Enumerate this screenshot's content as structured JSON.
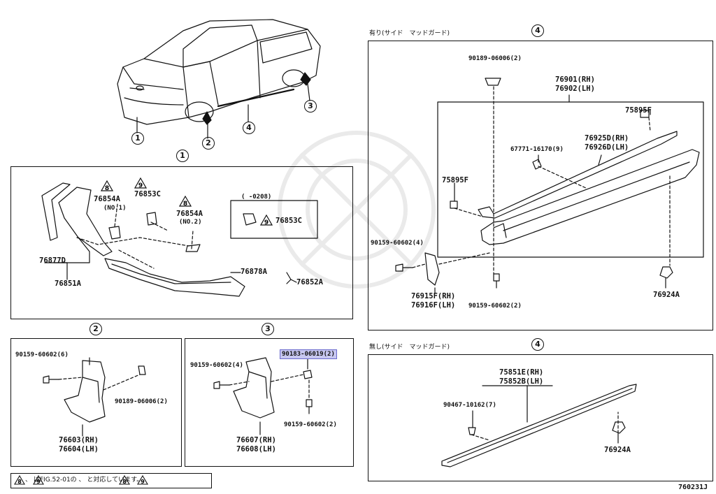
{
  "overview": {
    "callouts": [
      "1",
      "2",
      "3",
      "4"
    ]
  },
  "panel1": {
    "number": "1",
    "parts": {
      "p76854A_1": "76854A",
      "p76854A_1_sub": "(NO.1)",
      "p76853C": "76853C",
      "p76854A_2": "76854A",
      "p76854A_2_sub": "(NO.2)",
      "p76877D": "76877D",
      "p76851A": "76851A",
      "p76878A": "76878A",
      "p76852A": "76852A",
      "inset_range": "(      -0208)",
      "inset_part": "76853C"
    },
    "tri_numbers": [
      "8",
      "9",
      "8",
      "9"
    ]
  },
  "panel2": {
    "number": "2",
    "parts": {
      "bolt": "90159-60602(6)",
      "clip": "90189-06006(2)",
      "flap_rh": "76603(RH)",
      "flap_lh": "76604(LH)"
    }
  },
  "panel3": {
    "number": "3",
    "parts": {
      "bolt_left": "90159-60602(4)",
      "highlighted": "90183-06019(2)",
      "bolt_bottom": "90159-60602(2)",
      "flap_rh": "76607(RH)",
      "flap_lh": "76608(LH)"
    }
  },
  "panel4a": {
    "number": "4",
    "heading": "有り(サイド　マッドガード)",
    "parts": {
      "clip_top": "90189-06006(2)",
      "sill_rh": "76901(RH)",
      "sill_lh": "76902(LH)",
      "tape_right": "75895F",
      "screw": "67771-16170(9)",
      "mold_rh": "76925D(RH)",
      "mold_lh": "76926D(LH)",
      "tape_left": "75895F",
      "bolt_left": "90159-60602(4)",
      "guard_rh": "76915F(RH)",
      "guard_lh": "76916F(LH)",
      "bolt_bottom": "90159-60602(2)",
      "nut": "76924A"
    }
  },
  "panel4b": {
    "number": "4",
    "heading": "無し(サイド　マッドガード)",
    "parts": {
      "mold_rh": "75851E(RH)",
      "mold_lh": "75852B(LH)",
      "clip": "90467-10162(7)",
      "nut": "76924A"
    }
  },
  "footer": {
    "note": "、 はFIG.52-01の 、 と対応しています。",
    "tri_a": "8",
    "tri_b": "9",
    "tri_c": "8",
    "tri_d": "9",
    "code": "760231J"
  }
}
